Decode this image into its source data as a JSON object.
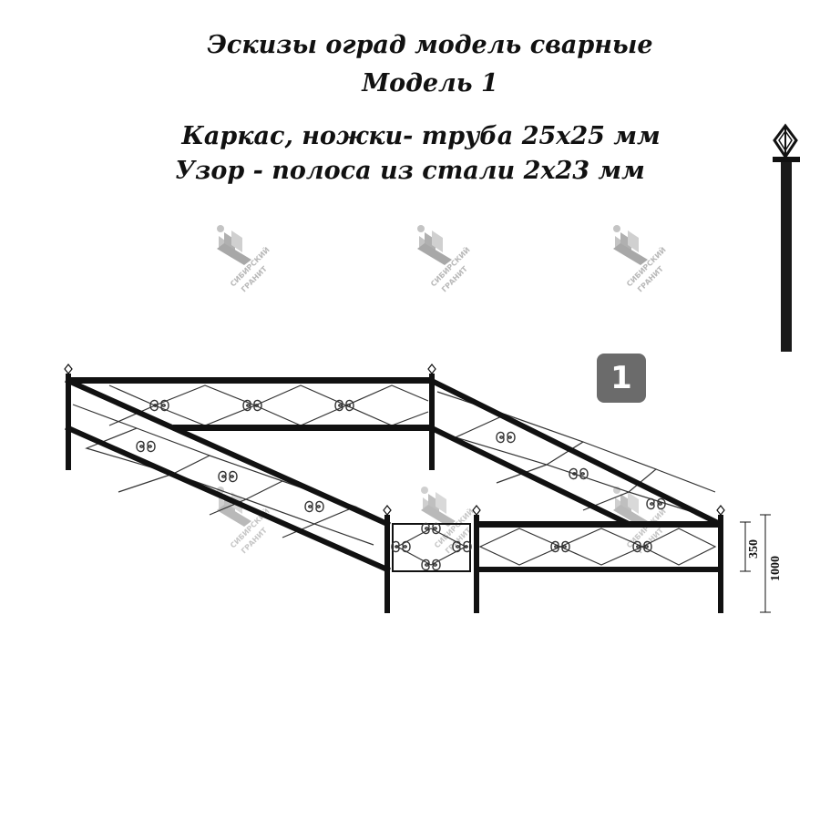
{
  "title": {
    "line1": "Эскизы оград модель сварные",
    "line2": "Модель 1",
    "line3": "Каркас, ножки- труба 25х25 мм",
    "line4": "Узор - полоса из стали 2х23 мм"
  },
  "badge": {
    "number": "1"
  },
  "watermark": {
    "icon": "granite-logo-icon",
    "text_top": "СИБИРСКИЙ",
    "text_bottom": "ГРАНИТ",
    "color": "#b8b8b8"
  },
  "dimensions": {
    "upper": "350",
    "total": "1000"
  },
  "colors": {
    "frame": "#111111",
    "pattern": "#333333",
    "badge": "#6b6b6b"
  }
}
